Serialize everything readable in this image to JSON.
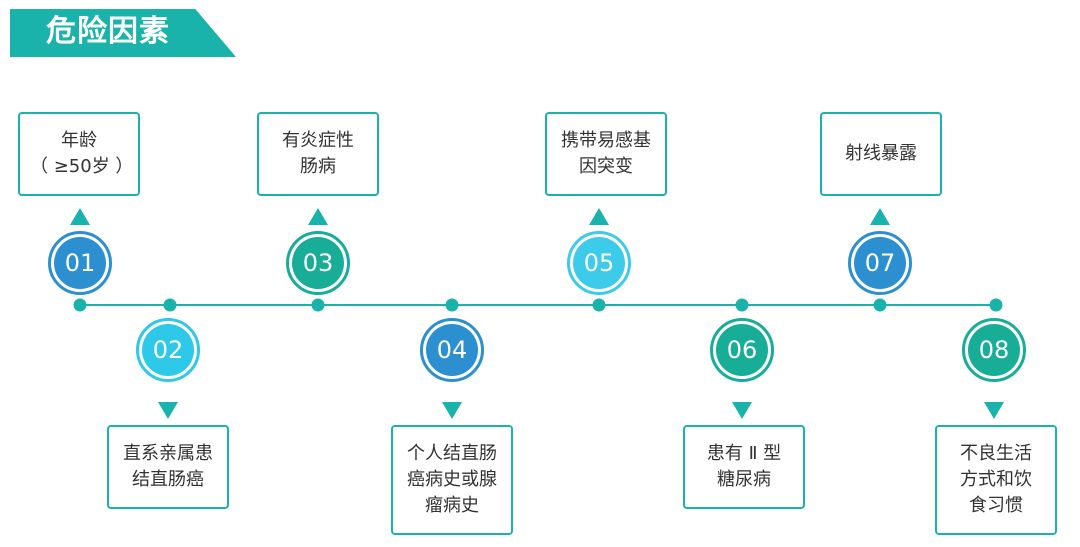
{
  "title": "危险因素",
  "colors": {
    "accent": "#1ab3ac",
    "text": "#333333"
  },
  "factors": [
    {
      "num": "01",
      "label": "年龄\n（ ≥50岁 ）",
      "color": "#2b8fd0",
      "ring": "#2b8fd0"
    },
    {
      "num": "02",
      "label": "直系亲属患\n结直肠癌",
      "color": "#2ec9e8",
      "ring": "#2ec9e8"
    },
    {
      "num": "03",
      "label": "有炎症性\n肠病",
      "color": "#17ad97",
      "ring": "#17ad97"
    },
    {
      "num": "04",
      "label": "个人结直肠\n癌病史或腺\n瘤病史",
      "color": "#2b8fd0",
      "ring": "#2b8fd0"
    },
    {
      "num": "05",
      "label": "携带易感基\n因突变",
      "color": "#3ccbe9",
      "ring": "#3ccbe9"
    },
    {
      "num": "06",
      "label": "患有 Ⅱ 型\n糖尿病",
      "color": "#17ad97",
      "ring": "#17ad97"
    },
    {
      "num": "07",
      "label": "射线暴露",
      "color": "#2b8fd0",
      "ring": "#2b8fd0"
    },
    {
      "num": "08",
      "label": "不良生活\n方式和饮\n食习惯",
      "color": "#17ad97",
      "ring": "#17ad97"
    }
  ]
}
